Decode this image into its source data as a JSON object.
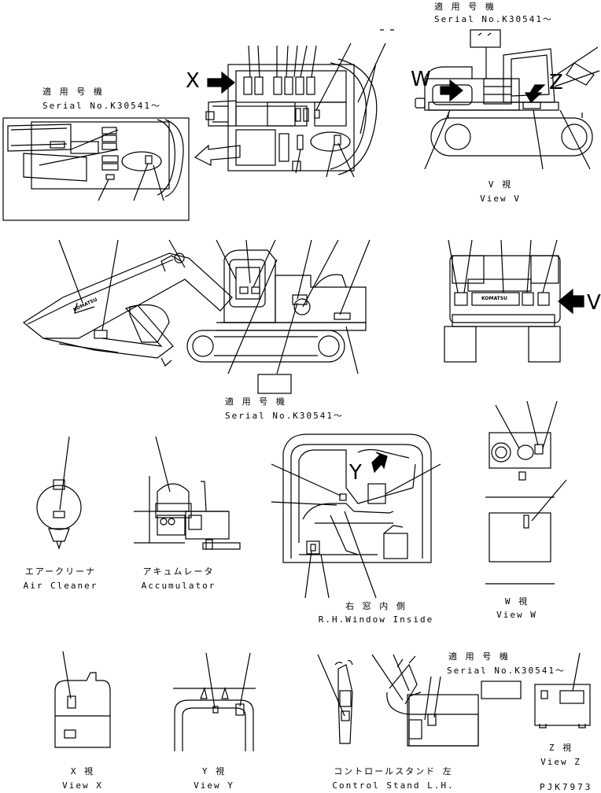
{
  "labels": {
    "serial_jp": "適 用 号 機",
    "serial_en": "Serial No.K30541～",
    "view_v_jp": "V 視",
    "view_v_en": "View V",
    "view_w_jp": "W 視",
    "view_w_en": "View W",
    "view_x_jp": "X 視",
    "view_x_en": "View X",
    "view_y_jp": "Y 視",
    "view_y_en": "View Y",
    "view_z_jp": "Z 視",
    "view_z_en": "View Z",
    "air_cleaner_jp": "エアークリーナ",
    "air_cleaner_en": "Air Cleaner",
    "accumulator_jp": "アキュムレータ",
    "accumulator_en": "Accumulator",
    "rh_window_jp": "右 窓 内 側",
    "rh_window_en": "R.H.Window Inside",
    "control_stand_jp": "コントロールスタンド 左",
    "control_stand_en": "Control Stand L.H.",
    "drawing_code": "PJK7973"
  },
  "arrows": {
    "x": "X",
    "w": "W",
    "z": "Z",
    "v": "V",
    "y": "Y"
  },
  "brand": "KOMATSU"
}
